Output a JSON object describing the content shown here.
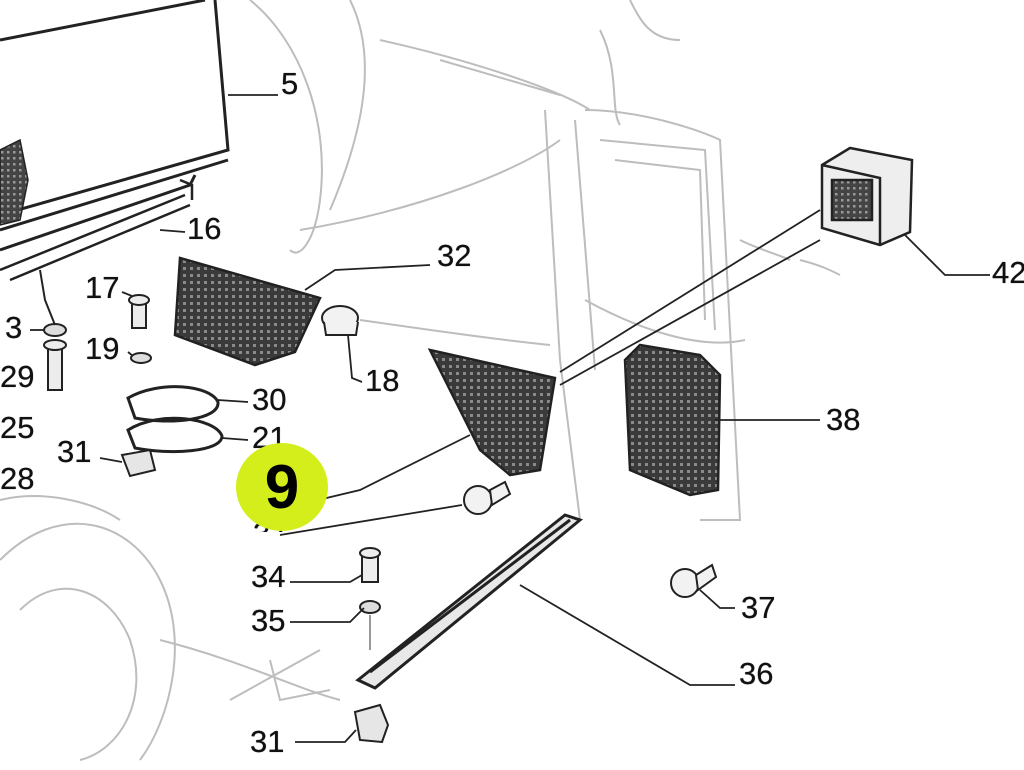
{
  "diagram": {
    "highlighted_part": "9",
    "labels": {
      "p5": "5",
      "p16": "16",
      "p32": "32",
      "p42": "42",
      "p17": "17",
      "p3": "3",
      "p19": "19",
      "p29": "29",
      "p18": "18",
      "p30": "30",
      "p25": "25",
      "p21": "21",
      "p31a": "31",
      "p28": "28",
      "p38": "38",
      "p37a": "37",
      "p34": "34",
      "p35": "35",
      "p37b": "37",
      "p36": "36",
      "p31b": "31"
    },
    "colors": {
      "highlight": "#d4ee1c",
      "line": "#222222",
      "sketch": "#bfbfbf"
    }
  }
}
